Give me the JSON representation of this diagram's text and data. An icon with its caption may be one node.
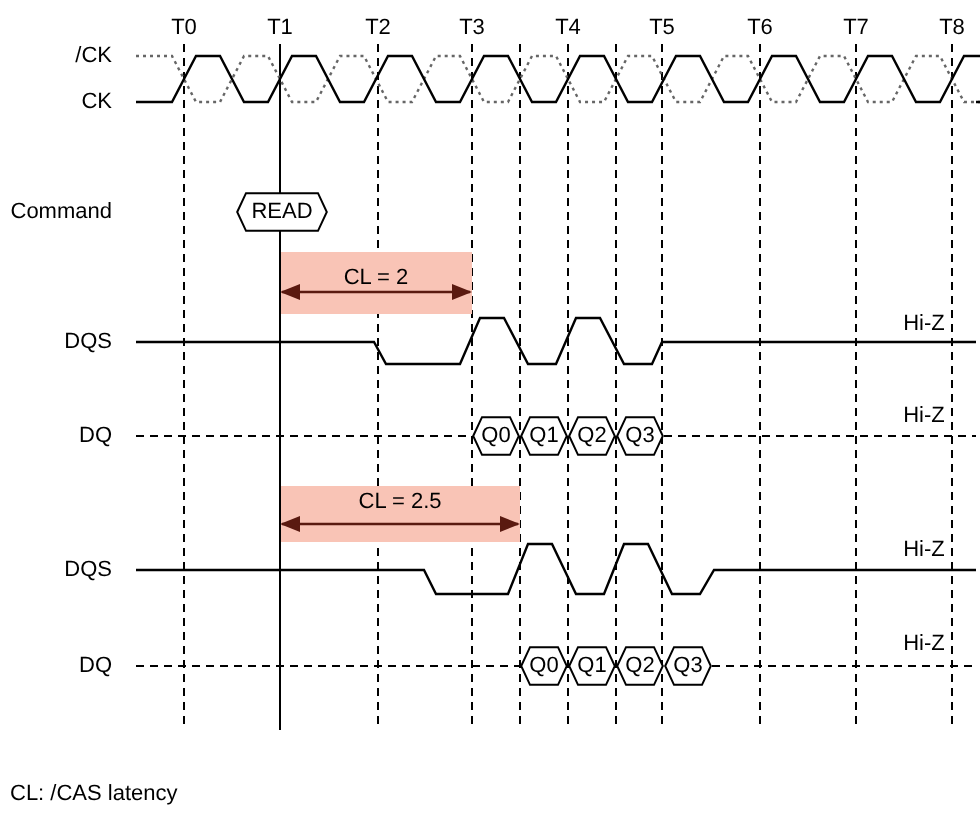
{
  "diagram": {
    "nodes": [
      {
        "text": [
          "READ"
        ]
      },
      {
        "text": [
          "Q0"
        ]
      },
      {
        "text": [
          "Q1"
        ]
      },
      {
        "text": [
          "Q2"
        ]
      },
      {
        "text": [
          "Q3"
        ]
      },
      {
        "text": [
          "Q0"
        ]
      },
      {
        "text": [
          "Q1"
        ]
      },
      {
        "text": [
          "Q2"
        ]
      },
      {
        "text": [
          "Q3"
        ]
      }
    ],
    "labels": [
      "T0",
      "T1",
      "T2",
      "T3",
      "T4",
      "T5",
      "T6",
      "T7",
      "T8",
      "/CK",
      "CK",
      "Command",
      "CL = 2",
      "Hi-Z",
      "DQS",
      "Hi-Z",
      "DQ",
      "CL = 2.5",
      "Hi-Z",
      "DQS",
      "Hi-Z",
      "DQ",
      "CL: /CAS latency"
    ]
  }
}
